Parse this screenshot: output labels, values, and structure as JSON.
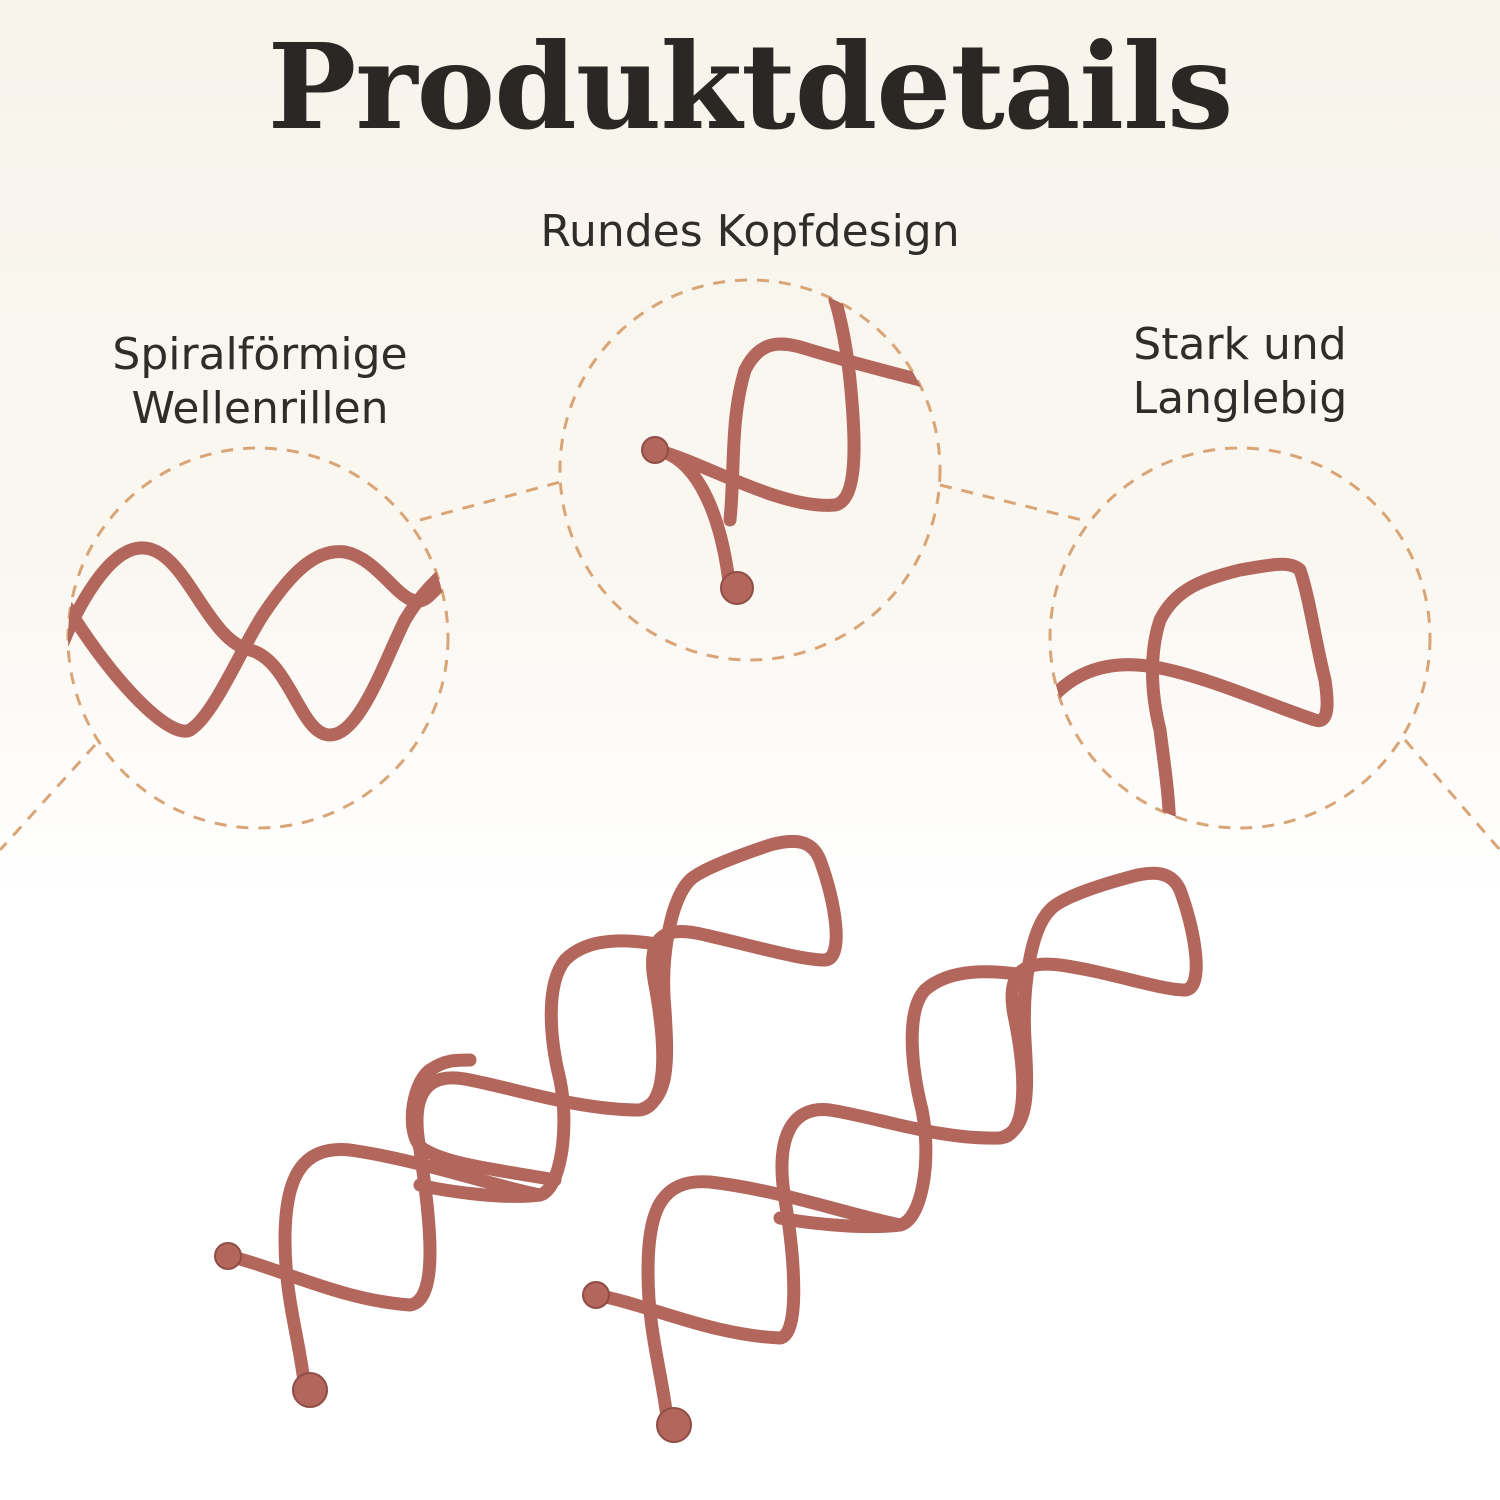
{
  "title": "Produktdetails",
  "features": {
    "top": "Rundes Kopfdesign",
    "left": "Spiralförmige Wellenrillen",
    "right": "Stark und Langlebig"
  },
  "colors": {
    "title": "#2b2724",
    "label": "#2f2c29",
    "pin": "#b3665c",
    "pin_outline": "#8f4d45",
    "dashed_line": "#d9a577"
  }
}
